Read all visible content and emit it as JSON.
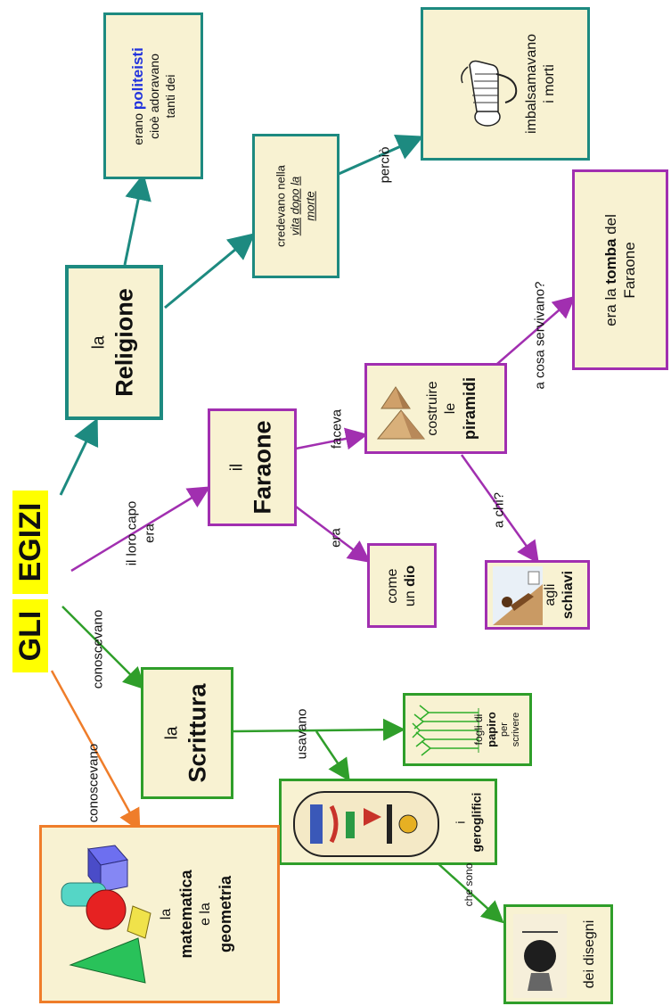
{
  "title": {
    "part1": "GLI",
    "part2": "EGIZI"
  },
  "religione": {
    "box": {
      "line1": "la",
      "line2": "Religione"
    },
    "politeisti": {
      "pre": "erano",
      "bold": "politeisti",
      "line2": "cioè adoravano",
      "line3": "tanti dei"
    },
    "vita": {
      "line1": "credevano nella",
      "w1": "vita",
      "w2": "dopo",
      "w3": "la",
      "w4": "morte"
    },
    "link_percio": "perciò",
    "imbalsamavano": {
      "line1": "imbalsamavano",
      "line2": "i morti"
    }
  },
  "faraone": {
    "link_capo_1": "il loro capo",
    "link_capo_2": "era",
    "box": {
      "line1": "il",
      "line2": "Faraone"
    },
    "link_faceva": "faceva",
    "link_era": "era",
    "dio": {
      "line1": "come",
      "pre": "un",
      "bold": "dio"
    },
    "piramidi": {
      "line1": "costruire",
      "line2": "le",
      "bold": "piramidi"
    },
    "link_cosa": "a cosa servivano?",
    "link_chi": "a chi?",
    "tomba": {
      "pre": "era la",
      "bold": "tomba",
      "post": "del",
      "line2": "Faraone"
    },
    "schiavi": {
      "line1": "agli",
      "bold": "schiavi"
    }
  },
  "scrittura": {
    "link_conoscevano": "conoscevano",
    "box": {
      "line1": "la",
      "line2": "Scrittura"
    },
    "link_usavano": "usavano",
    "papiro": {
      "line1": "fogli di",
      "bold": "papiro",
      "line3": "per",
      "line4": "scrivere"
    },
    "geroglifici": {
      "line1": "i",
      "bold": "geroglifici"
    },
    "link_chesono": "che sono",
    "disegni": {
      "text": "dei disegni"
    }
  },
  "matematica": {
    "link_conoscevano": "conoscevano",
    "box": {
      "line1": "la",
      "bold1": "matematica",
      "line2": "e la",
      "bold2": "geometria"
    }
  },
  "colors": {
    "teal": "#1d8a80",
    "magenta": "#a12fb0",
    "green": "#2f9e2a",
    "orange": "#ef7d2a",
    "box_fill": "#f8f2d2",
    "title_bg": "#ffff00"
  }
}
